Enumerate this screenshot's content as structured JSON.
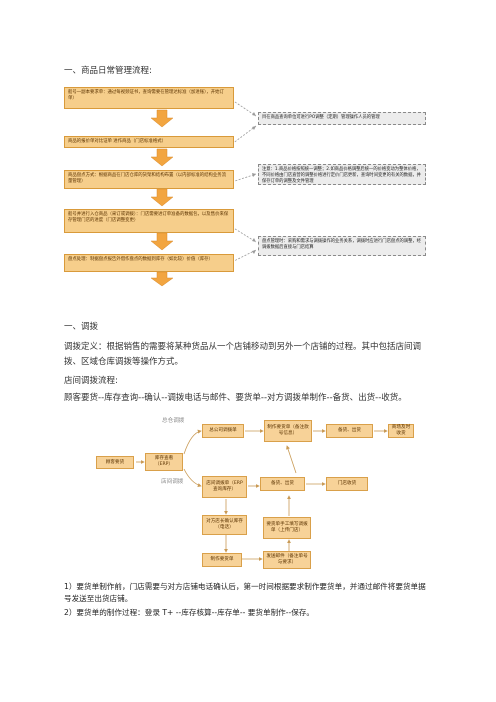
{
  "section1": {
    "title": "一、商品日常管理流程:"
  },
  "flow1": {
    "steps": [
      "船号一副本要求单：通过每视频证书，查询需要在管理达标准（加进账），开始订单）",
      "商品的报价单对比证单 进作商品（门店标准格式）",
      "商品盘点方式：根据商品在门店仓库的货架和结构布置（以内部标准的结构业务流量管理）",
      "船号并进行入仓商品（采订或调拨）：门店需要进订单准备的数据包，以及售价来保存管理门店的进度（门店调整变更）",
      "盘点处理：制据盘点报告外借作盘点的数据到库存（如比较）价值（库存）"
    ],
    "notes": [
      "目在商品查询单位可进行PO调整（定期）管理操作人员的管理",
      "注意：1.商品价格按照统一调整；2.如商品价格调整后统一的价格变动为整体价格，不同价格由门店直营的调整价格进行定价门店更新，查询时间变更的有关的数据，并保存订单的调整及文件管理",
      "盘点管理时：采购和需求与调拨操作的业务关系，调拨时应进行门店盘点的调整，经调拨数据后直接与门店结算"
    ]
  },
  "section2": {
    "title": "一、调拨",
    "definition": "调拨定义：根据销售的需要将某种货品从一个店铺移动到另外一个店铺的过程。其中包括店间调拨、区域仓库调拨等操作方式。",
    "subtitle": "店间调拨流程:",
    "summary": "顾客要货--库存查询--确认--调拨电话与邮件、要货单--对方调拨单制作--备货、出货--收货。"
  },
  "flow2": {
    "labels": {
      "warehouse": "总仓调拨",
      "store": "店间调拨"
    },
    "nodes": {
      "customer": "顾客要货",
      "inventory": "库存查看（ERP）",
      "hq": "总公司调拨单",
      "make_order": "制作要货单（备注款号信息）",
      "stock_out1": "备货、出货",
      "receive": "商场及时收货",
      "confirm": "店间调拨单（ERP查询库存）",
      "stock_out2": "备货、出货",
      "store_receive": "门店收货",
      "phone": "对方店长确认库存（电话）",
      "fill": "要货单手工填写调拨单（上传门店）",
      "issue": "制作要货单",
      "send": "发送邮件（备注单号与要求）"
    }
  },
  "notes": {
    "n1": "1）要货单制作前，门店需要与对方店铺电话确认后，第一时间根据要求制作要货单，并通过邮件将要货单据号发送至出货店铺。",
    "n2": "2）要货单的制作过程：登录 T+ --库存核算--库存单-- 要货单制作--保存。"
  }
}
